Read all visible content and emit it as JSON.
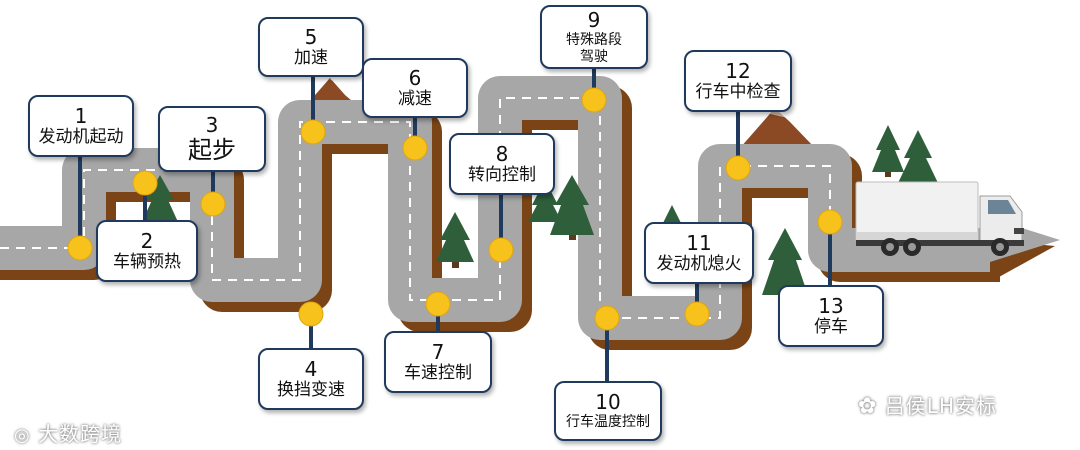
{
  "steps": [
    {
      "num": "1",
      "label": "发动机起动"
    },
    {
      "num": "2",
      "label": "车辆预热"
    },
    {
      "num": "3",
      "label": "起步"
    },
    {
      "num": "4",
      "label": "换挡变速"
    },
    {
      "num": "5",
      "label": "加速"
    },
    {
      "num": "6",
      "label": "减速"
    },
    {
      "num": "7",
      "label": "车速控制"
    },
    {
      "num": "8",
      "label": "转向控制"
    },
    {
      "num": "9",
      "label": "特殊路段驾驶"
    },
    {
      "num": "10",
      "label": "行车温度控制"
    },
    {
      "num": "11",
      "label": "发动机熄火"
    },
    {
      "num": "12",
      "label": "行车中检查"
    },
    {
      "num": "13",
      "label": "停车"
    }
  ],
  "watermarks": {
    "left": "大数跨境",
    "right": "吕侯LH安标"
  },
  "colors": {
    "road": "#a7a7a7",
    "road_shadow": "#7a4416",
    "card_border": "#1f3a5c",
    "marker": "#f7c21b",
    "tree": "#2f5f3a",
    "mountain": "#8b4a23"
  }
}
